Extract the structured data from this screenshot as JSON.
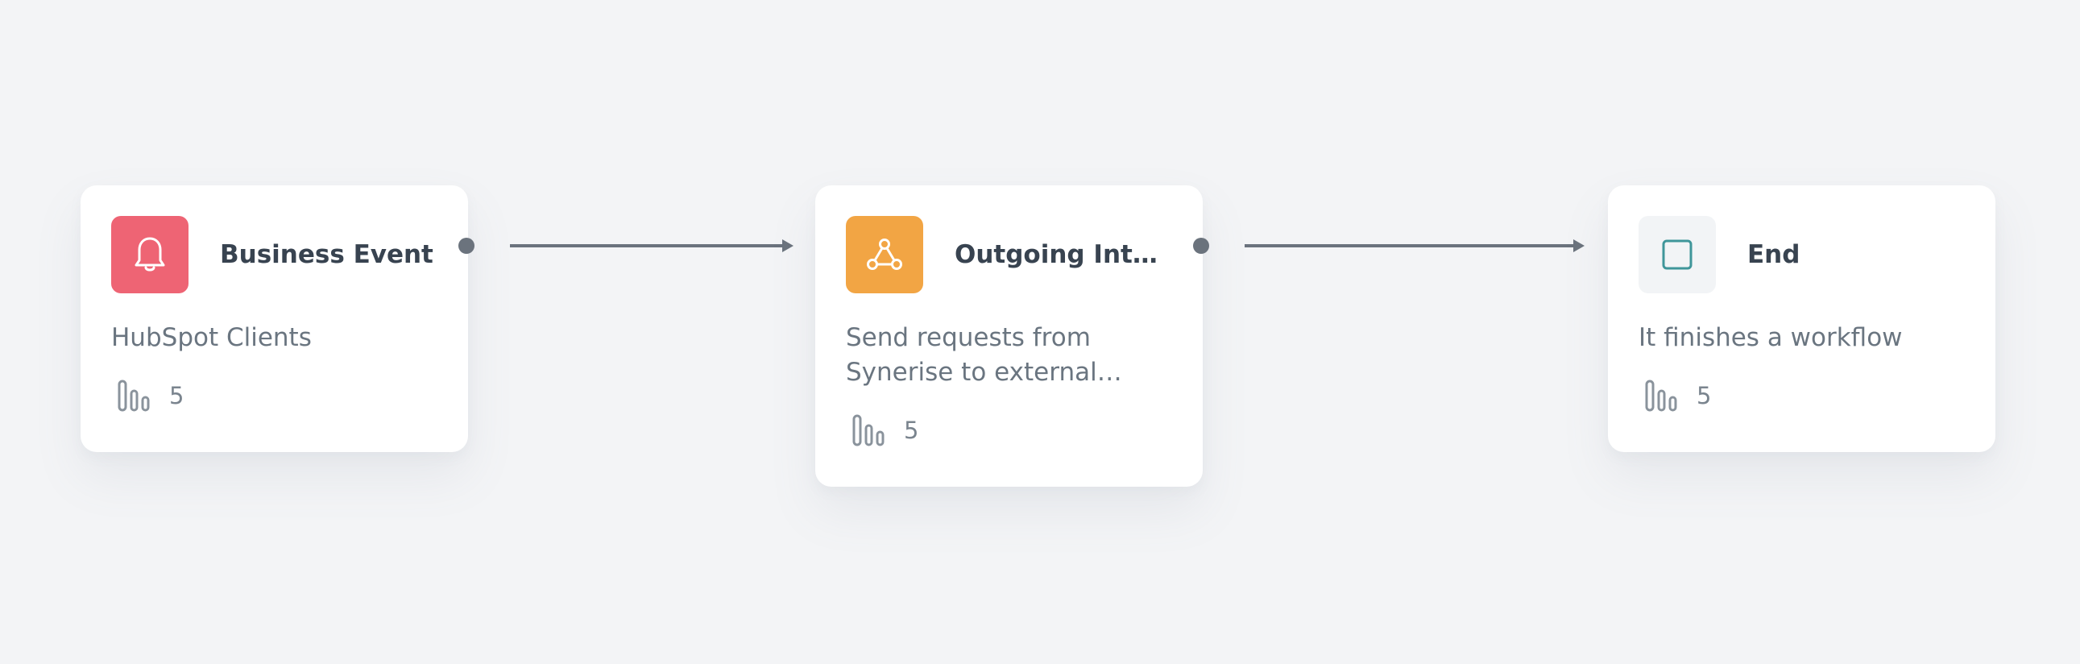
{
  "nodes": [
    {
      "title": "Business Event",
      "description": "HubSpot Clients",
      "count": "5",
      "icon": "bell-icon",
      "icon_bg": "#ee6474"
    },
    {
      "title": "Outgoing Integration",
      "description": "Send requests from Synerise to external services",
      "count": "5",
      "icon": "webhook-icon",
      "icon_bg": "#f2a544"
    },
    {
      "title": "End",
      "description": "It finishes a workflow",
      "count": "5",
      "icon": "square-stop-icon",
      "icon_bg": "#f2f4f6"
    }
  ],
  "colors": {
    "background": "#f3f4f6",
    "connector": "#6b737d",
    "end_icon_stroke": "#3f969a"
  }
}
